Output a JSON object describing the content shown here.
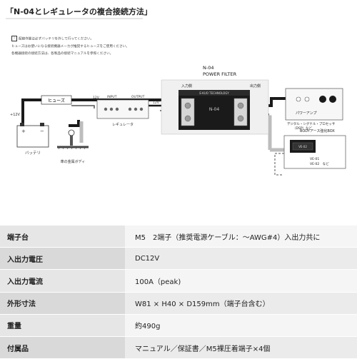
{
  "header": {
    "title": "「N-04とレギュレータの複合接続方法」"
  },
  "notes": [
    "配線作業は必ずバッテリを外して行ってください。",
    "ヒューズはお使いになる接続機器メーカが推奨するヒューズをご使用ください。",
    "各機器接続の接続方法は、各製品の接続マニュアルを参照ください。"
  ],
  "diagram": {
    "fuse_label": "ヒューズ",
    "plus12v": "+12V",
    "battery_label": "バッテリ",
    "body_ground_label": "車の金属ボディ",
    "wire_label_12v_a": "12V",
    "wire_label_12v_b": "12V",
    "regulator": {
      "input": "INPUT",
      "output": "OUTPUT",
      "name": "レギュレータ"
    },
    "filter": {
      "model": "N-04",
      "name": "POWER FILTER",
      "brand": "E-KUO TECHNOLOGY",
      "logo": "N-04",
      "input_side": "入力側",
      "output_side": "出力側"
    },
    "amp": {
      "label": "パワーアンプ",
      "desc": "デジタル・シグナル・プロセッサ\n（DSP）など"
    },
    "body_earth": {
      "title": "BODYアース強化BOX",
      "tag": "VE-02",
      "models": [
        "VE-01",
        "VE-02　など"
      ]
    }
  },
  "specs": [
    {
      "label": "端子台",
      "value": "M5　2端子（推奨電源ケーブル：～AWG#4）入出力共に"
    },
    {
      "label": "入出力電圧",
      "value": "DC12V"
    },
    {
      "label": "入出力電流",
      "value": "100A（peak)"
    },
    {
      "label": "外形寸法",
      "value": "W81 × H40 × D159mm（端子台含む）"
    },
    {
      "label": "重量",
      "value": "約490g"
    },
    {
      "label": "付属品",
      "value": "マニュアル／保証書／M5裸圧着端子×4個"
    }
  ]
}
